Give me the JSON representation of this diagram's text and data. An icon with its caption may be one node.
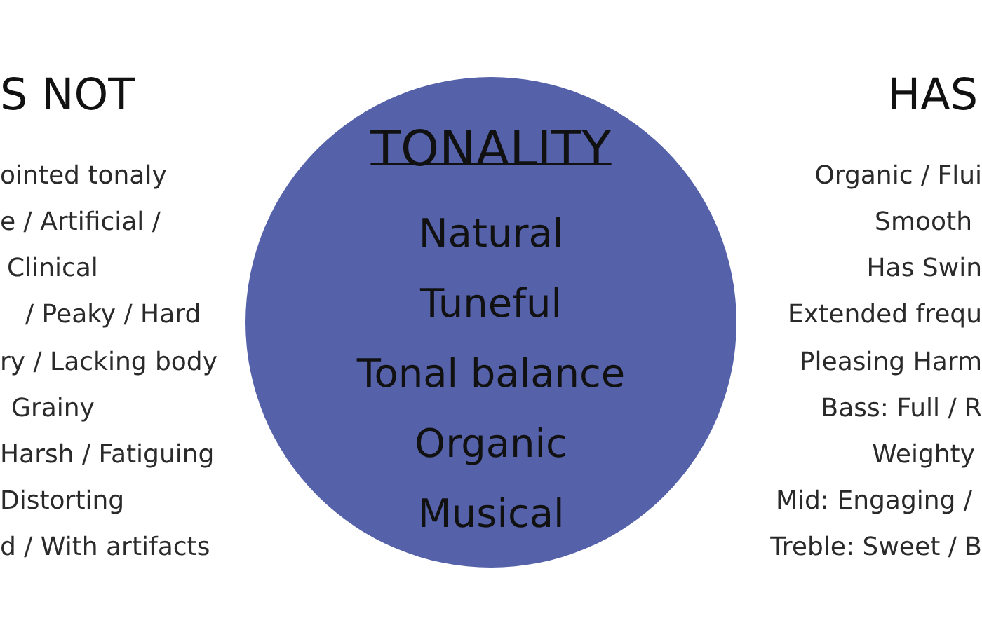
{
  "diagram": {
    "nodes": [
      {
        "text": [
          "TONALITY",
          "Natural",
          "Tuneful",
          "Tonal balance",
          "Organic",
          "Musical"
        ]
      }
    ],
    "labels": [
      "S NOT",
      "ointed tonaly",
      "e / Artificial / Clinical",
      "/ Peaky / Hard",
      "ry / Lacking body",
      "Grainy",
      "Harsh / Fatiguing",
      "Distorting",
      "d / With artifacts",
      "HAS",
      "Organic / Flui",
      "Smooth",
      "Has Swin",
      "Extended frequ",
      "Pleasing Harm",
      "Bass: Full / R",
      "Weighty",
      "Mid: Engaging /",
      "Treble: Sweet / B"
    ]
  }
}
